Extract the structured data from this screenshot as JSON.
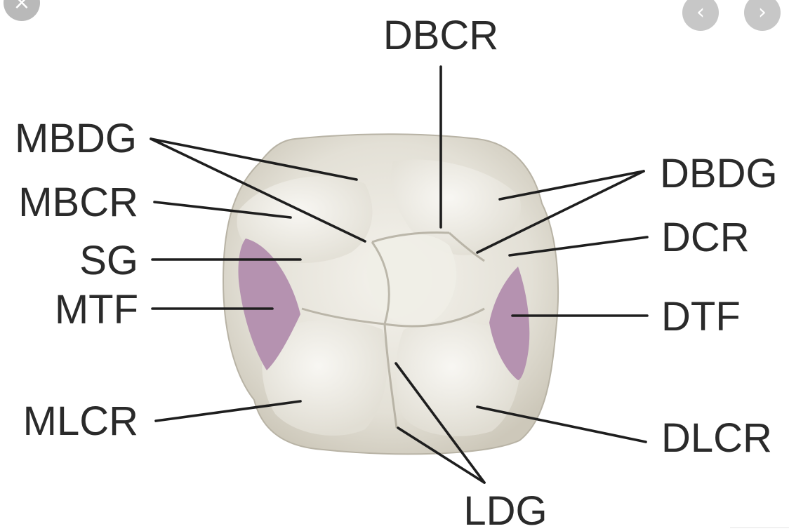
{
  "controls": {
    "close": "×",
    "previous": "‹",
    "next": "›"
  },
  "labels": {
    "dbcr": "DBCR",
    "mbdg": "MBDG",
    "dbdg": "DBDG",
    "mbcr": "MBCR",
    "dcr": "DCR",
    "sg": "SG",
    "mtf": "MTF",
    "dtf": "DTF",
    "mlcr": "MLCR",
    "dlcr": "DLCR",
    "ldg": "LDG"
  },
  "colors": {
    "crown": "#dedad0",
    "fossa": "#b592b0",
    "leader": "#1e1e1e",
    "text": "#2a2a2a"
  }
}
